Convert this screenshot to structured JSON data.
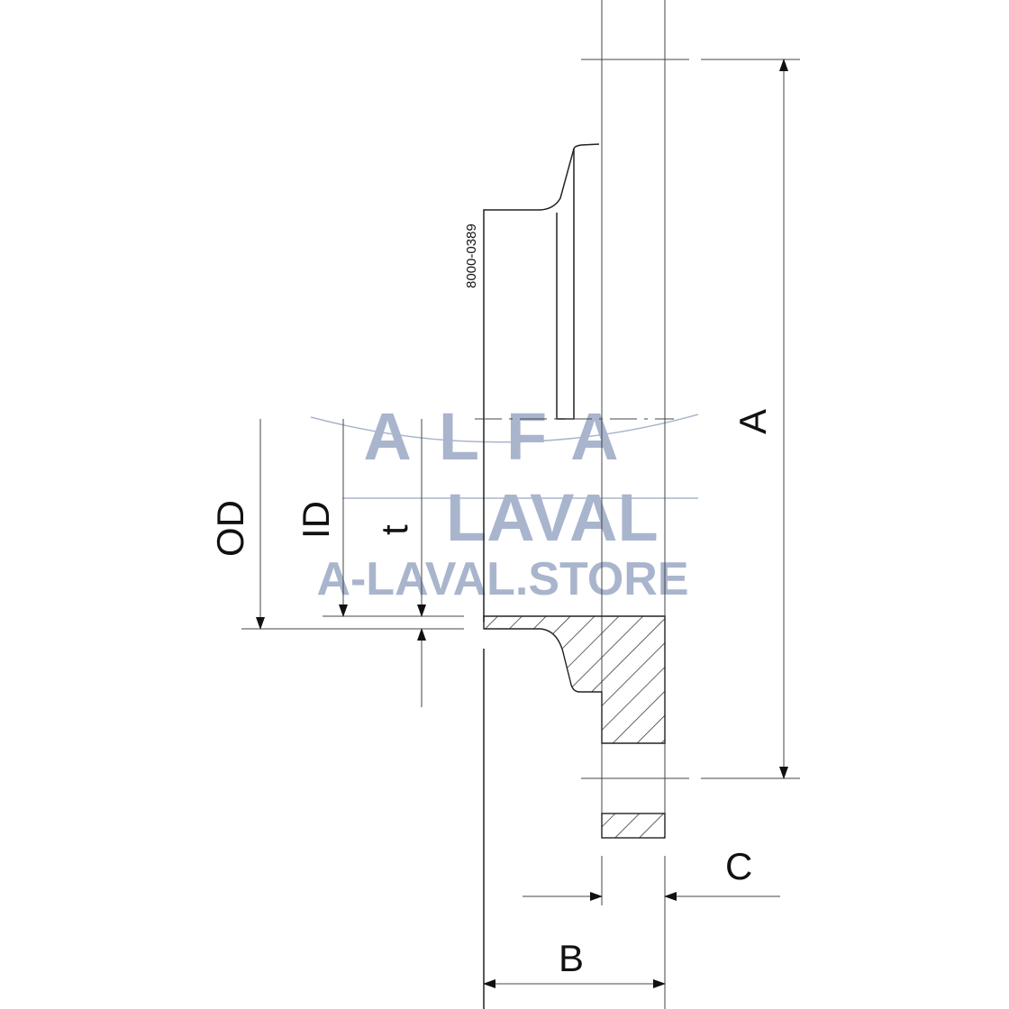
{
  "drawing": {
    "code": "8000-0389",
    "dimensions": {
      "a": "A",
      "b": "B",
      "c": "C",
      "od": "OD",
      "id": "ID",
      "t": "t"
    }
  },
  "watermark": {
    "line1": "ALFA",
    "line2": "LAVAL",
    "line3": "A-LAVAL.STORE",
    "color": "#a9b5cd"
  }
}
